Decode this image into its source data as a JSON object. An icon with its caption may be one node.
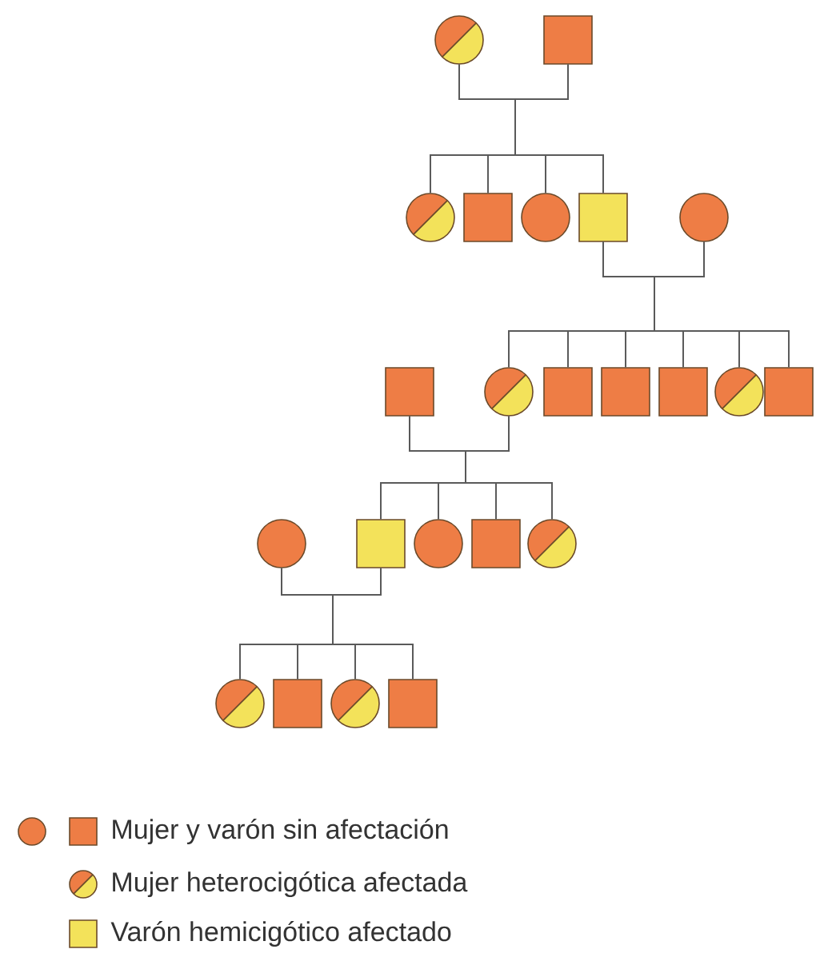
{
  "diagram": {
    "nodes": [
      {
        "text": [],
        "shape": "circle"
      },
      {
        "text": [],
        "shape": "box"
      },
      {
        "text": [],
        "shape": "circle"
      },
      {
        "text": [],
        "shape": "box"
      },
      {
        "text": [],
        "shape": "circle"
      },
      {
        "text": [],
        "shape": "box"
      },
      {
        "text": [],
        "shape": "circle"
      },
      {
        "text": [],
        "shape": "box"
      },
      {
        "text": [],
        "shape": "circle"
      },
      {
        "text": [],
        "shape": "box"
      },
      {
        "text": [],
        "shape": "box"
      },
      {
        "text": [],
        "shape": "box"
      },
      {
        "text": [],
        "shape": "circle"
      },
      {
        "text": [],
        "shape": "box"
      },
      {
        "text": [],
        "shape": "circle"
      },
      {
        "text": [],
        "shape": "box"
      },
      {
        "text": [],
        "shape": "circle"
      },
      {
        "text": [],
        "shape": "box"
      },
      {
        "text": [],
        "shape": "circle"
      },
      {
        "text": [],
        "shape": "circle"
      },
      {
        "text": [],
        "shape": "box"
      },
      {
        "text": [],
        "shape": "circle"
      },
      {
        "text": [],
        "shape": "box"
      }
    ],
    "edges": [
      {
        "from": 0,
        "to": 2,
        "arrow": "none"
      },
      {
        "from": 0,
        "to": 3,
        "arrow": "none"
      },
      {
        "from": 0,
        "to": 4,
        "arrow": "none"
      },
      {
        "from": 0,
        "to": 5,
        "arrow": "none"
      },
      {
        "from": 1,
        "to": 2,
        "arrow": "none"
      },
      {
        "from": 1,
        "to": 3,
        "arrow": "none"
      },
      {
        "from": 1,
        "to": 4,
        "arrow": "none"
      },
      {
        "from": 1,
        "to": 5,
        "arrow": "none"
      },
      {
        "from": 5,
        "to": 8,
        "arrow": "none"
      },
      {
        "from": 5,
        "to": 9,
        "arrow": "none"
      },
      {
        "from": 5,
        "to": 10,
        "arrow": "none"
      },
      {
        "from": 5,
        "to": 11,
        "arrow": "none"
      },
      {
        "from": 5,
        "to": 12,
        "arrow": "none"
      },
      {
        "from": 5,
        "to": 13,
        "arrow": "none"
      },
      {
        "from": 6,
        "to": 8,
        "arrow": "none"
      },
      {
        "from": 6,
        "to": 9,
        "arrow": "none"
      },
      {
        "from": 6,
        "to": 10,
        "arrow": "none"
      },
      {
        "from": 6,
        "to": 11,
        "arrow": "none"
      },
      {
        "from": 6,
        "to": 12,
        "arrow": "none"
      },
      {
        "from": 6,
        "to": 13,
        "arrow": "none"
      },
      {
        "from": 7,
        "to": 15,
        "arrow": "none"
      },
      {
        "from": 7,
        "to": 16,
        "arrow": "none"
      },
      {
        "from": 7,
        "to": 17,
        "arrow": "none"
      },
      {
        "from": 7,
        "to": 18,
        "arrow": "none"
      },
      {
        "from": 8,
        "to": 15,
        "arrow": "none"
      },
      {
        "from": 8,
        "to": 16,
        "arrow": "none"
      },
      {
        "from": 8,
        "to": 17,
        "arrow": "none"
      },
      {
        "from": 8,
        "to": 18,
        "arrow": "none"
      },
      {
        "from": 14,
        "to": 19,
        "arrow": "none"
      },
      {
        "from": 14,
        "to": 20,
        "arrow": "none"
      },
      {
        "from": 14,
        "to": 21,
        "arrow": "none"
      },
      {
        "from": 14,
        "to": 22,
        "arrow": "none"
      },
      {
        "from": 15,
        "to": 19,
        "arrow": "none"
      },
      {
        "from": 15,
        "to": 20,
        "arrow": "none"
      },
      {
        "from": 15,
        "to": 21,
        "arrow": "none"
      },
      {
        "from": 15,
        "to": 22,
        "arrow": "none"
      }
    ],
    "legend": [
      {
        "text": "Mujer y varón sin afectación",
        "color": "#ee7d45"
      },
      {
        "text": "Mujer heterocigótica afectada"
      },
      {
        "text": "Varón hemicigótico afectado",
        "color": "#f3e25a"
      }
    ]
  }
}
